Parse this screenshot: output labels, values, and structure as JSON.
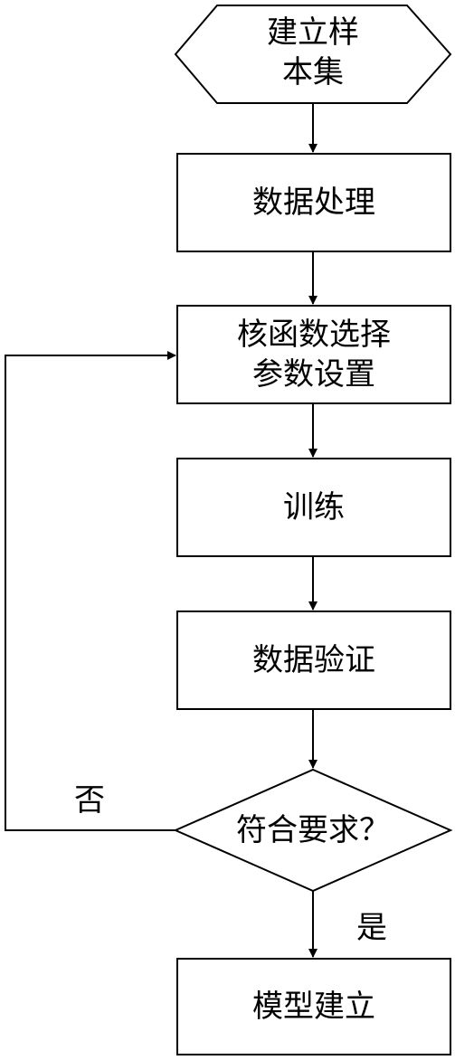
{
  "flowchart": {
    "start": {
      "line1": "建立样",
      "line2": "本集"
    },
    "data_processing": "数据处理",
    "kernel_params": {
      "line1": "核函数选择",
      "line2": "参数设置"
    },
    "training": "训练",
    "validation": "数据验证",
    "decision": "符合要求？",
    "no_label": "否",
    "yes_label": "是",
    "model_build": "模型建立"
  }
}
